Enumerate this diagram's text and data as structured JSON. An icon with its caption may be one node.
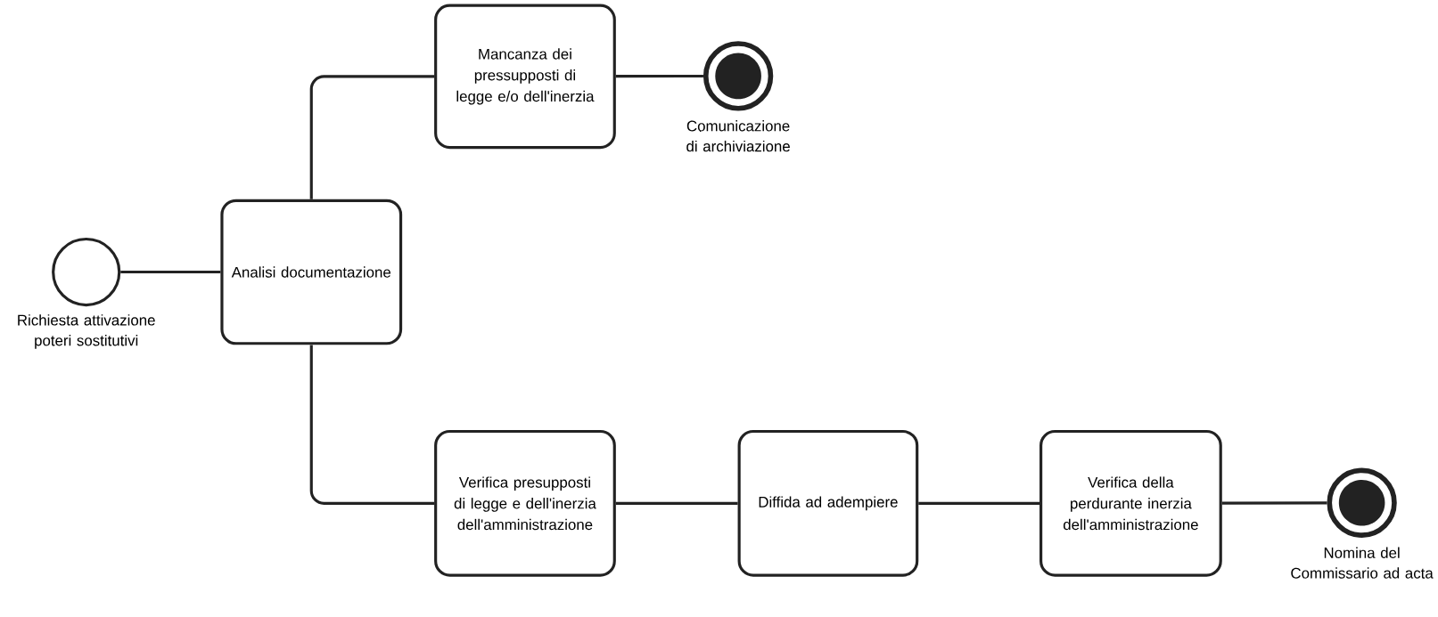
{
  "diagram": {
    "nodes": [
      {
        "text": [],
        "shape": "circle",
        "beside": [
          "Richiesta attivazione poteri sostitutivi"
        ]
      },
      {
        "text": [
          "Analisi documentazione"
        ]
      },
      {
        "text": [
          "Mancanza dei pressupposti di legge e/o dell'inerzia"
        ]
      },
      {
        "text": [],
        "shape": "circle",
        "beside": [
          "Comunicazione di archiviazione"
        ]
      },
      {
        "text": [
          "Verifica presupposti di legge e dell'inerzia dell'amministrazione"
        ]
      },
      {
        "text": [
          "Diffida ad adempiere"
        ]
      },
      {
        "text": [
          "Verifica della perdurante inerzia dell'amministrazione"
        ]
      },
      {
        "text": [],
        "shape": "circle",
        "beside": [
          "Nomina del Commissario ad acta"
        ]
      }
    ],
    "edges": [
      {
        "from": 0,
        "to": 1,
        "arrow": "none"
      },
      {
        "from": 1,
        "to": 2,
        "arrow": "none"
      },
      {
        "from": 2,
        "to": 3,
        "arrow": "none"
      },
      {
        "from": 1,
        "to": 4,
        "arrow": "none"
      },
      {
        "from": 4,
        "to": 5,
        "arrow": "none"
      },
      {
        "from": 5,
        "to": 6,
        "arrow": "none"
      },
      {
        "from": 6,
        "to": 7,
        "arrow": "none"
      }
    ]
  }
}
